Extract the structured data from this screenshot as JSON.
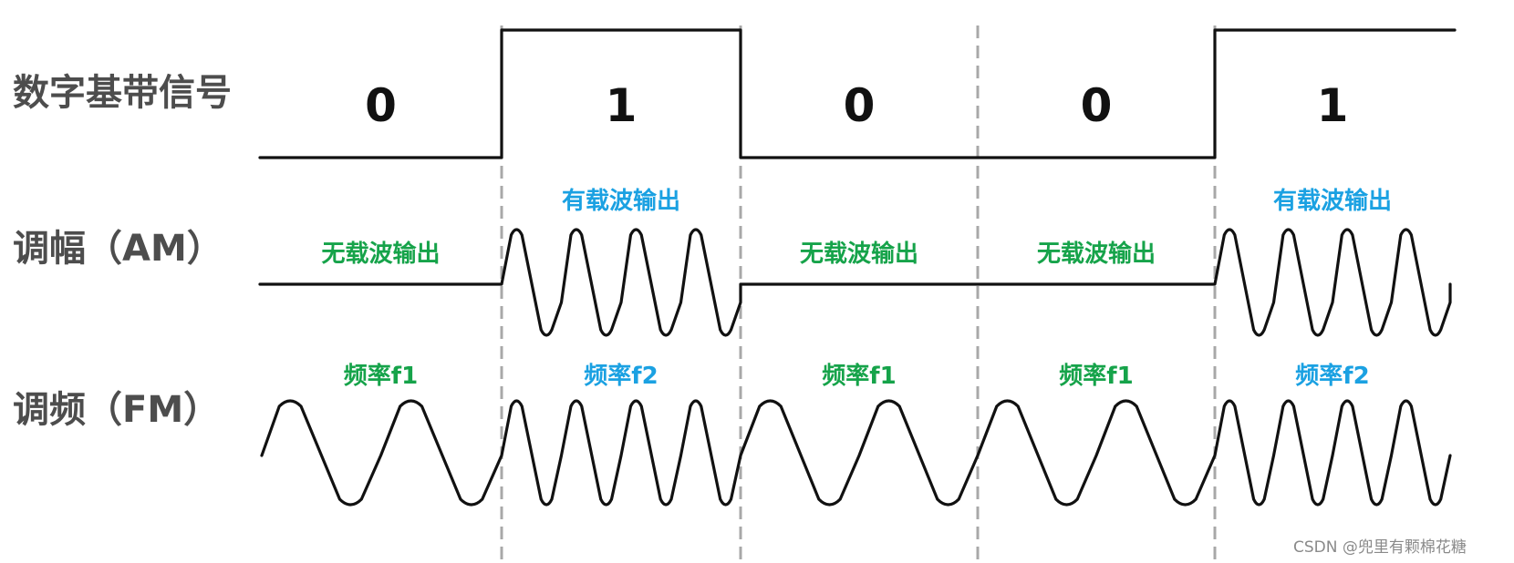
{
  "labels": {
    "digital": "数字基带信号",
    "am": "调幅（AM）",
    "fm": "调频（FM）"
  },
  "bits": [
    "0",
    "1",
    "0",
    "0",
    "1"
  ],
  "am_annotations": [
    "无载波输出",
    "有载波输出",
    "无载波输出",
    "无载波输出",
    "有载波输出"
  ],
  "fm_annotations": [
    "频率f1",
    "频率f2",
    "频率f1",
    "频率f1",
    "频率f2"
  ],
  "watermark": "CSDN @兜里有颗棉花糖",
  "colors": {
    "high_annotation": "#1ba1e2",
    "low_annotation": "#16a34a",
    "wave": "#111111",
    "divider": "#a8a8a8",
    "label": "#4d4d4d"
  }
}
